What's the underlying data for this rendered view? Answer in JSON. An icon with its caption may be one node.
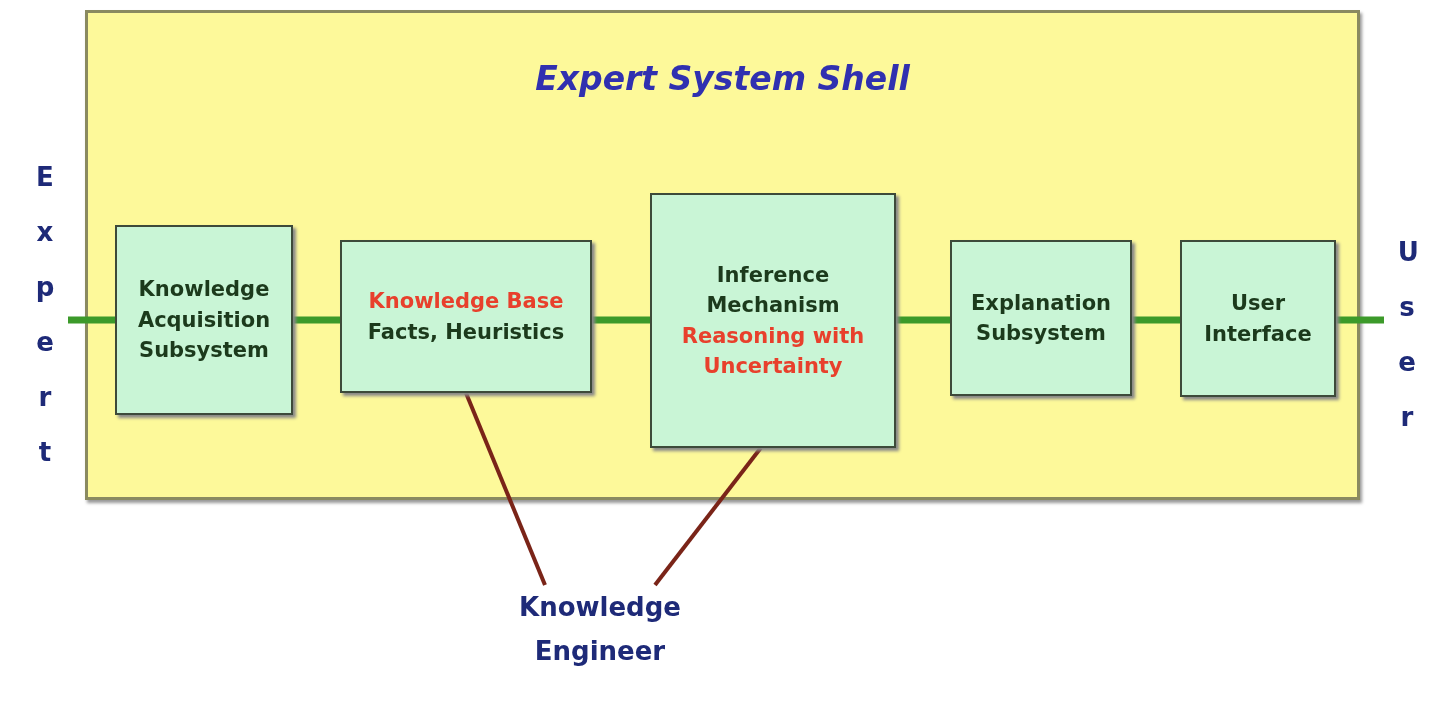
{
  "diagram": {
    "nodes": [
      {
        "text": [
          "Expert System Shell"
        ]
      },
      {
        "text": [
          "Expert"
        ]
      },
      {
        "text": [
          "Knowledge Acquisition Subsystem"
        ],
        "in": 0
      },
      {
        "text": [
          "Knowledge Base",
          "Facts, Heuristics"
        ],
        "in": 0
      },
      {
        "text": [
          "Inference Mechanism",
          "Reasoning with Uncertainty"
        ],
        "in": 0
      },
      {
        "text": [
          "Explanation Subsystem"
        ],
        "in": 0
      },
      {
        "text": [
          "User Interface"
        ],
        "in": 0
      },
      {
        "text": [
          "User"
        ]
      },
      {
        "text": [
          "Knowledge Engineer"
        ]
      }
    ],
    "edges": [
      {
        "from": 1,
        "to": 2,
        "arrow": "none"
      },
      {
        "from": 2,
        "to": 3,
        "arrow": "none"
      },
      {
        "from": 3,
        "to": 4,
        "arrow": "none"
      },
      {
        "from": 4,
        "to": 5,
        "arrow": "none"
      },
      {
        "from": 5,
        "to": 6,
        "arrow": "none"
      },
      {
        "from": 6,
        "to": 7,
        "arrow": "none"
      },
      {
        "from": 8,
        "to": 3,
        "arrow": "none",
        "color": "#7a2418"
      },
      {
        "from": 8,
        "to": 4,
        "arrow": "none",
        "color": "#7a2418"
      }
    ]
  }
}
